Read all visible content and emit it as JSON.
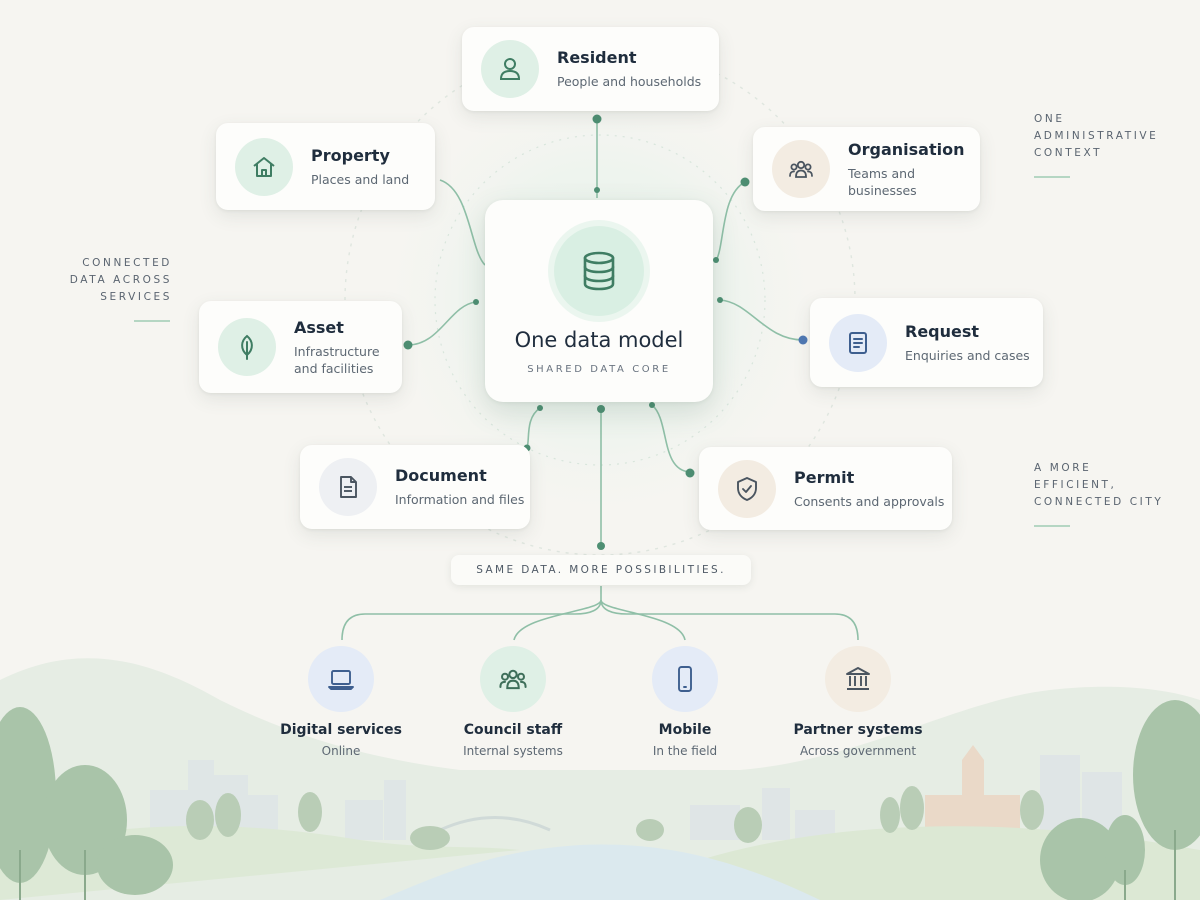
{
  "core": {
    "title": "One data model",
    "subtitle": "SHARED DATA CORE",
    "icon": "database-icon"
  },
  "entities": [
    {
      "id": "resident",
      "title": "Resident",
      "subtitle": "People and households",
      "icon": "person-icon",
      "tone": "green"
    },
    {
      "id": "property",
      "title": "Property",
      "subtitle": "Places and land",
      "icon": "house-icon",
      "tone": "green"
    },
    {
      "id": "organisation",
      "title": "Organisation",
      "subtitle": "Teams and businesses",
      "icon": "group-icon",
      "tone": "beige"
    },
    {
      "id": "asset",
      "title": "Asset",
      "subtitle": "Infrastructure and facilities",
      "icon": "leaf-icon",
      "tone": "green"
    },
    {
      "id": "request",
      "title": "Request",
      "subtitle": "Enquiries and cases",
      "icon": "form-icon",
      "tone": "blue"
    },
    {
      "id": "document",
      "title": "Document",
      "subtitle": "Information and files",
      "icon": "document-icon",
      "tone": "grey"
    },
    {
      "id": "permit",
      "title": "Permit",
      "subtitle": "Consents and approvals",
      "icon": "shield-check-icon",
      "tone": "beige"
    }
  ],
  "side_notes": {
    "left": "CONNECTED\nDATA ACROSS\nSERVICES",
    "right_top": "ONE\nADMINISTRATIVE\nCONTEXT",
    "right_bottom": "A MORE\nEFFICIENT,\nCONNECTED CITY"
  },
  "tagline": "SAME DATA. MORE POSSIBILITIES.",
  "channels": [
    {
      "id": "digital",
      "title": "Digital services",
      "subtitle": "Online",
      "icon": "laptop-icon",
      "tone": "blue"
    },
    {
      "id": "council",
      "title": "Council staff",
      "subtitle": "Internal systems",
      "icon": "group-icon",
      "tone": "green"
    },
    {
      "id": "mobile",
      "title": "Mobile",
      "subtitle": "In the field",
      "icon": "phone-icon",
      "tone": "blue"
    },
    {
      "id": "partner",
      "title": "Partner systems",
      "subtitle": "Across government",
      "icon": "building-icon",
      "tone": "beige"
    }
  ],
  "colors": {
    "accent": "#4e8f73",
    "connector": "#8fbfa7",
    "background": "#f6f5f1",
    "landscape": "#a9c6ad"
  }
}
